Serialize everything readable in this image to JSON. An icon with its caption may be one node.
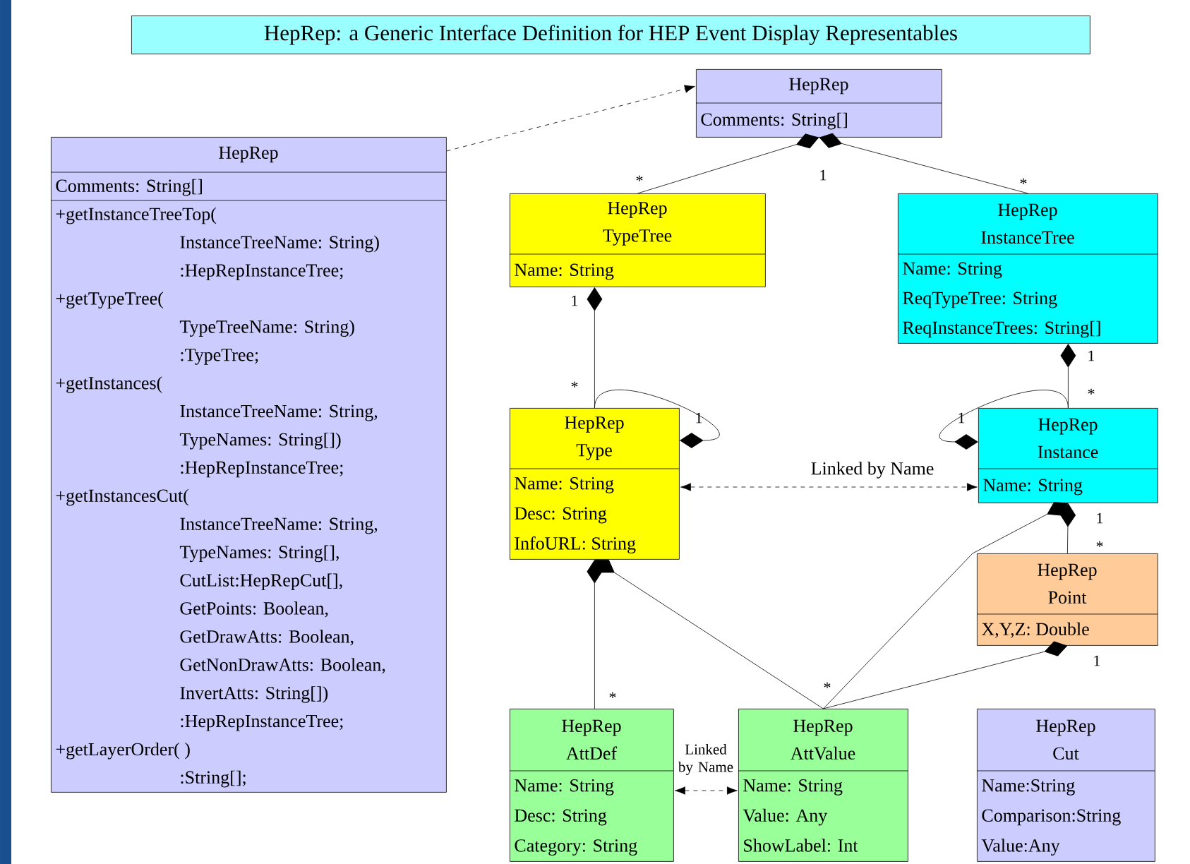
{
  "diagram": {
    "title": "HepRep: a Generic Interface Definition for HEP Event Display Representables",
    "nodes": [
      {
        "text": [
          "HepRep",
          "Comments: String[]",
          "+getInstanceTreeTop(",
          "InstanceTreeName: String)",
          ":HepRepInstanceTree;",
          "+getTypeTree(",
          "TypeTreeName: String)",
          ":TypeTree;",
          "+getInstances(",
          "InstanceTreeName: String,",
          "TypeNames: String[])",
          ":HepRepInstanceTree;",
          "+getInstancesCut(",
          "InstanceTreeName: String,",
          "TypeNames: String[],",
          "CutList:HepRepCut[],",
          "GetPoints: Boolean,",
          "GetDrawAtts: Boolean,",
          "GetNonDrawAtts: Boolean,",
          "InvertAtts: String[])",
          ":HepRepInstanceTree;",
          "+getLayerOrder( )",
          ":String[];"
        ]
      },
      {
        "text": [
          "HepRep",
          "Comments: String[]"
        ]
      },
      {
        "text": [
          "HepRep TypeTree",
          "Name: String"
        ]
      },
      {
        "text": [
          "HepRep InstanceTree",
          "Name: String",
          "ReqTypeTree: String",
          "ReqInstanceTrees: String[]"
        ]
      },
      {
        "text": [
          "HepRep Type",
          "Name: String",
          "Desc: String",
          "InfoURL: String"
        ]
      },
      {
        "text": [
          "HepRep Instance",
          "Name: String"
        ]
      },
      {
        "text": [
          "HepRep Point",
          "X,Y,Z: Double"
        ]
      },
      {
        "text": [
          "HepRep AttDef",
          "Name: String",
          "Desc: String",
          "Category: String"
        ]
      },
      {
        "text": [
          "HepRep AttValue",
          "Name: String",
          "Value: Any",
          "ShowLabel: Int"
        ]
      },
      {
        "text": [
          "HepRep Cut",
          "Name:String",
          "Comparison:String",
          "Value:Any"
        ]
      }
    ],
    "edges": [
      {
        "from": 0,
        "to": 1,
        "arrow": "to",
        "style": "dashed"
      },
      {
        "from": 2,
        "to": 1,
        "arrow": "other"
      },
      {
        "from": 3,
        "to": 1,
        "arrow": "other"
      },
      {
        "from": 4,
        "to": 2,
        "arrow": "other"
      },
      {
        "from": 4,
        "to": 4,
        "arrow": "other"
      },
      {
        "from": 5,
        "to": 3,
        "arrow": "other"
      },
      {
        "from": 5,
        "to": 5,
        "arrow": "other"
      },
      {
        "from": 4,
        "to": 5,
        "arrow": "both",
        "style": "dashed",
        "label": "Linked by Name"
      },
      {
        "from": 6,
        "to": 5,
        "arrow": "other"
      },
      {
        "from": 7,
        "to": 4,
        "arrow": "other"
      },
      {
        "from": 8,
        "to": 4,
        "arrow": "other"
      },
      {
        "from": 8,
        "to": 5,
        "arrow": "other"
      },
      {
        "from": 8,
        "to": 6,
        "arrow": "other"
      },
      {
        "from": 7,
        "to": 8,
        "arrow": "both",
        "style": "dashed",
        "label": "Linked by Name"
      }
    ],
    "labels": [
      "*",
      "1",
      "*",
      "1",
      "*",
      "1",
      "1",
      "1",
      "*",
      "1",
      "*",
      "*",
      "*",
      "1"
    ]
  }
}
